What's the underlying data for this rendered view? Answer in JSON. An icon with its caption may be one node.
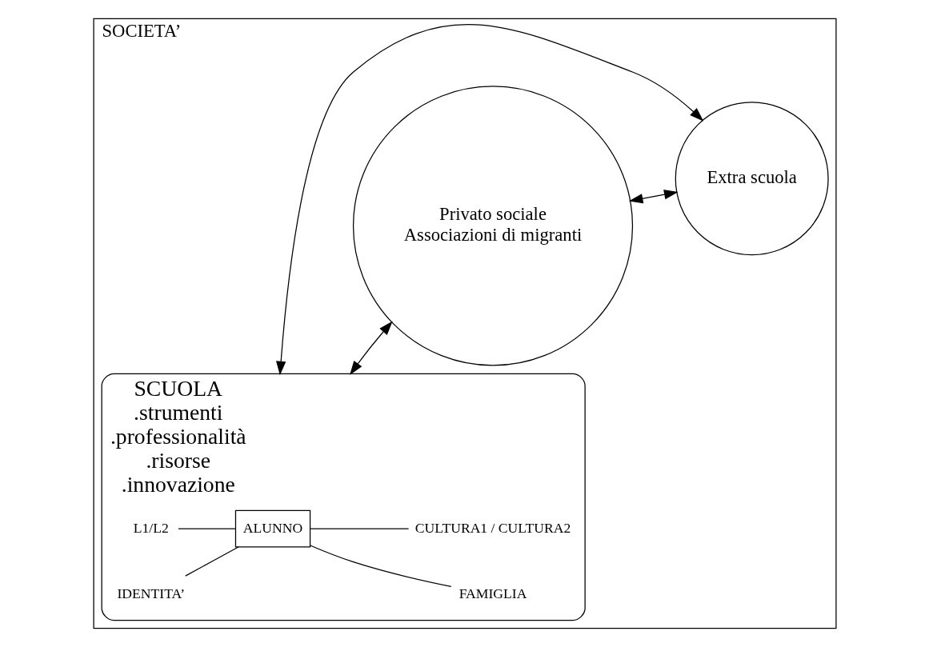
{
  "diagram": {
    "nodes": [
      {
        "text": [
          "SOCIETA’"
        ]
      },
      {
        "text": [
          "SCUOLA",
          ".strumenti",
          ".professionalità",
          ".risorse",
          ".innovazione"
        ],
        "in": 0
      },
      {
        "text": [
          "ALUNNO"
        ],
        "in": 1
      },
      {
        "text": [
          "L1/L2"
        ],
        "in": 1
      },
      {
        "text": [
          "IDENTITA’"
        ],
        "in": 1
      },
      {
        "text": [
          "FAMIGLIA"
        ],
        "in": 1
      },
      {
        "text": [
          "CULTURA1 / CULTURA2"
        ],
        "in": 1
      },
      {
        "text": [
          "Privato sociale",
          "Associazioni di migranti"
        ],
        "in": 0
      },
      {
        "text": [
          "Extra scuola"
        ],
        "in": 0
      }
    ],
    "edges": [
      {
        "from": 3,
        "to": 2,
        "arrow": "none"
      },
      {
        "from": 4,
        "to": 2,
        "arrow": "none"
      },
      {
        "from": 2,
        "to": 5,
        "arrow": "none"
      },
      {
        "from": 2,
        "to": 6,
        "arrow": "none"
      },
      {
        "from": 1,
        "to": 7,
        "arrow": "both"
      },
      {
        "from": 7,
        "to": 8,
        "arrow": "both"
      },
      {
        "from": 1,
        "to": 8,
        "arrow": "both"
      }
    ]
  }
}
